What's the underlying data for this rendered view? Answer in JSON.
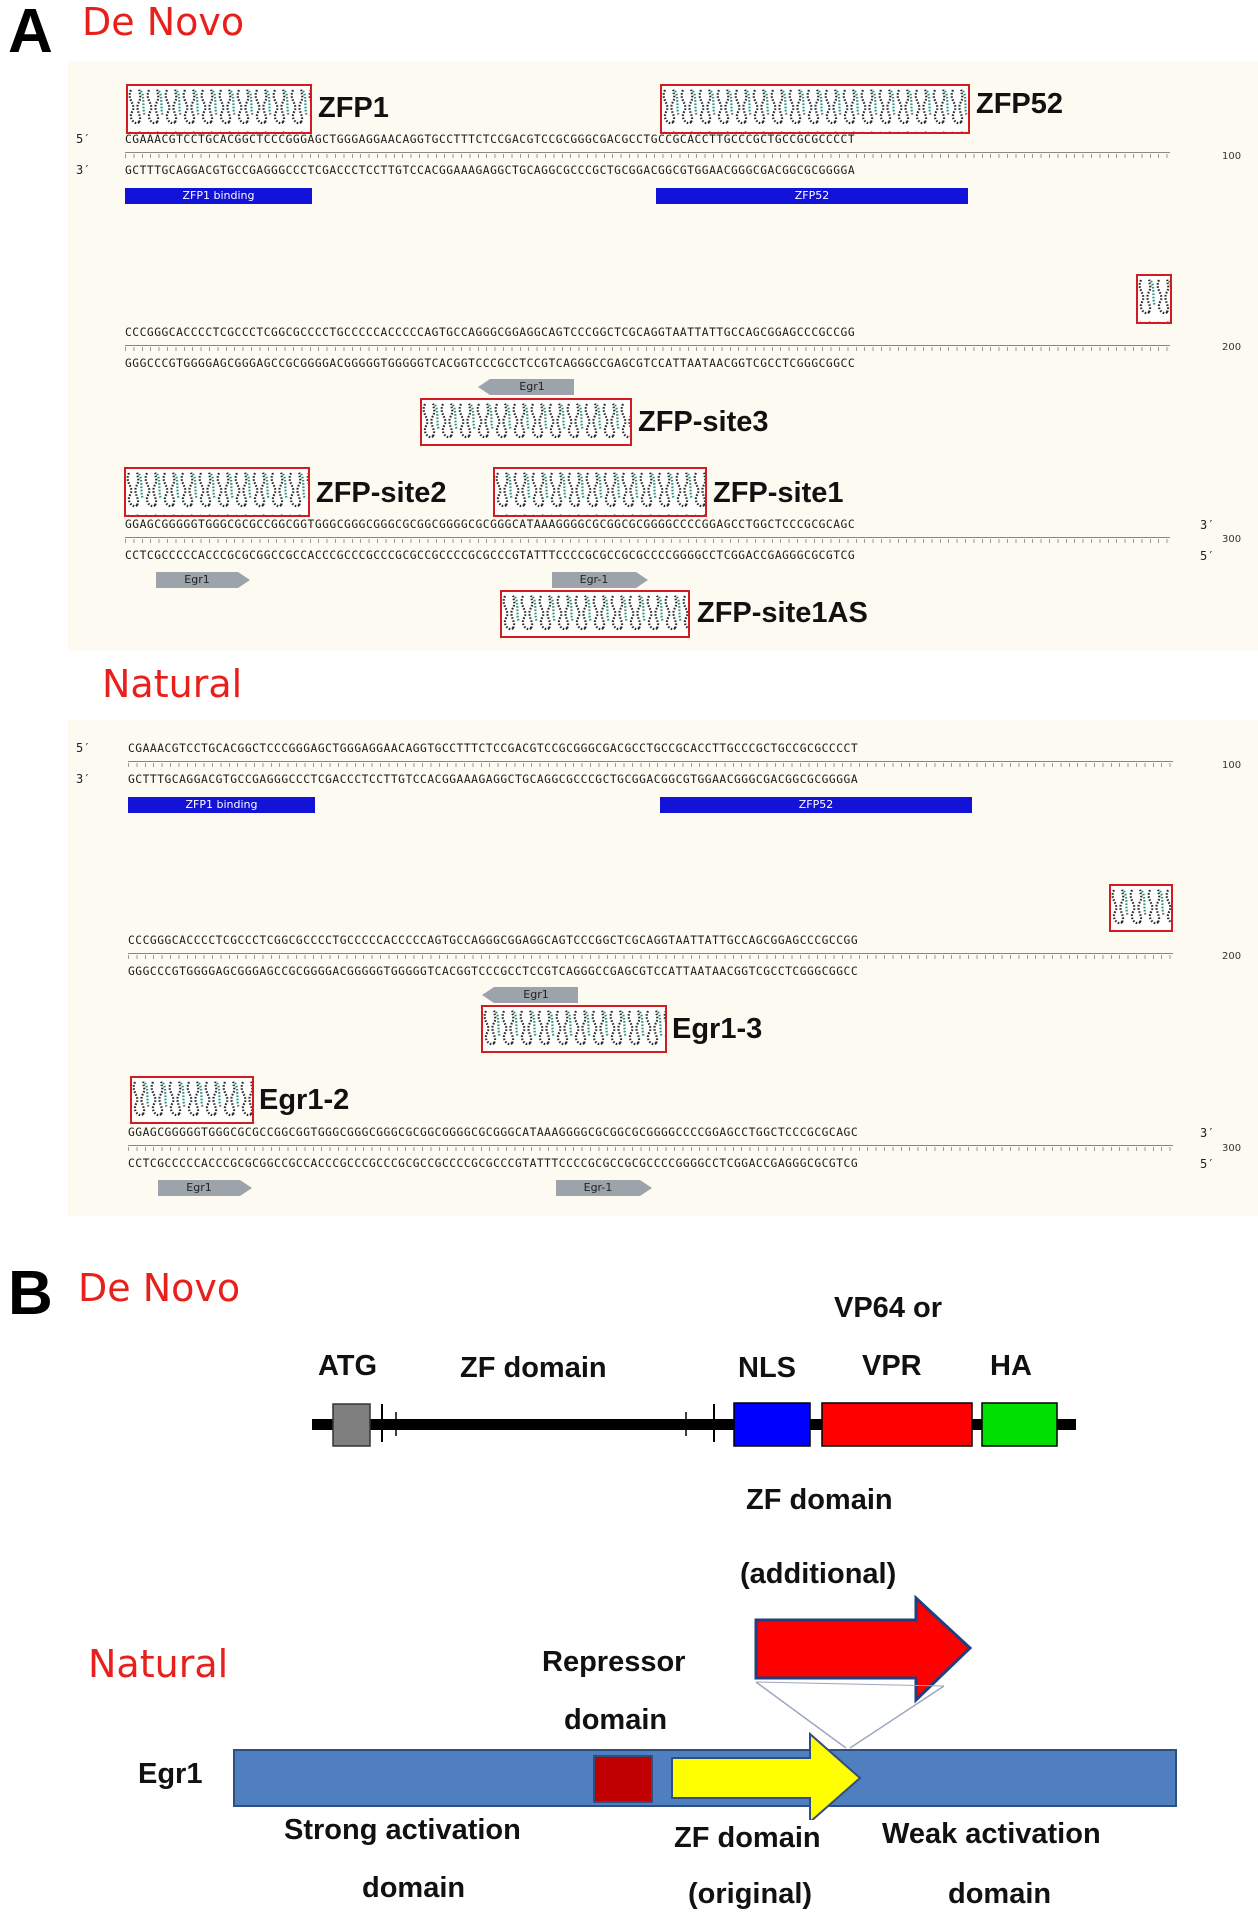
{
  "panel_a": {
    "letter": "A",
    "de_novo_title": "De Novo",
    "natural_title": "Natural",
    "strand_5": "5′",
    "strand_3": "3′",
    "rows": [
      {
        "top": "CGAAACGTCCTGCACGGCTCCCGGGAGCTGGGAGGAACAGGTGCCTTTCTCCGACGTCCGCGGGCGACGCCTGCCGCACCTTGCCCGCTGCCGCGCCCCT",
        "bottom": "GCTTTGCAGGACGTGCCGAGGGCCCTCGACCCTCCTTGTCCACGGAAAGAGGCTGCAGGCGCCCGCTGCGGACGGCGTGGAACGGGCGACGGCGCGGGGA",
        "pos": "100"
      },
      {
        "top": "CCCGGGCACCCCTCGCCCTCGGCGCCCCTGCCCCCACCCCCAGTGCCAGGGCGGAGGCAGTCCCGGCTCGCAGGTAATTATTGCCAGCGGAGCCCGCCGG",
        "bottom": "GGGCCCGTGGGGAGCGGGAGCCGCGGGGACGGGGGTGGGGGTCACGGTCCCGCCTCCGTCAGGGCCGAGCGTCCATTAATAACGGTCGCCTCGGGCGGCC",
        "pos": "200"
      },
      {
        "top": "GGAGCGGGGGTGGGCGCGCCGGCGGTGGGCGGGCGGGCGCGGCGGGGCGCGGGCATAAAGGGGCGCGGCGCGGGGCCCCGGAGCCTGGCTCCCGCGCAGC",
        "bottom": "CCTCGCCCCCACCCGCGCGGCCGCCACCCGCCCGCCCGCGCCGCCCCGCGCCCGTATTTCCCCGCGCCGCGCCCCGGGGCCTCGGACCGAGGGCGCGTCG",
        "pos": "300"
      }
    ],
    "features": {
      "zfp1_binding": "ZFP1 binding",
      "zfp52_bar": "ZFP52",
      "egr1": "Egr1",
      "egr1_dash": "Egr-1"
    },
    "de_novo_labels": {
      "zfp1": "ZFP1",
      "zfp52": "ZFP52",
      "zfp_site3": "ZFP-site3",
      "zfp_site2": "ZFP-site2",
      "zfp_site1": "ZFP-site1",
      "zfp_site1as": "ZFP-site1AS"
    },
    "natural_labels": {
      "egr1_3": "Egr1-3",
      "egr1_2": "Egr1-2"
    }
  },
  "panel_b": {
    "letter": "B",
    "de_novo_title": "De Novo",
    "natural_title": "Natural",
    "construct": {
      "atg": "ATG",
      "zf_domain": "ZF domain",
      "nls": "NLS",
      "vp64_or": "VP64 or",
      "vpr": "VPR",
      "ha": "HA"
    },
    "additional": {
      "line1": "ZF domain",
      "line2": "(additional)"
    },
    "natural": {
      "egr1": "Egr1",
      "repressor_line1": "Repressor",
      "repressor_line2": "domain",
      "strong_line1": "Strong activation",
      "strong_line2": "domain",
      "zf_line1": "ZF domain",
      "zf_line2": "(original)",
      "weak_line1": "Weak activation",
      "weak_line2": "domain"
    },
    "colors": {
      "atg": "#7f7f7f",
      "nls": "#0000ff",
      "activator": "#ff0000",
      "ha": "#00e000",
      "egr1_bar": "#4f7fbf",
      "repressor": "#c00000",
      "zf_original": "#ffff00"
    }
  }
}
